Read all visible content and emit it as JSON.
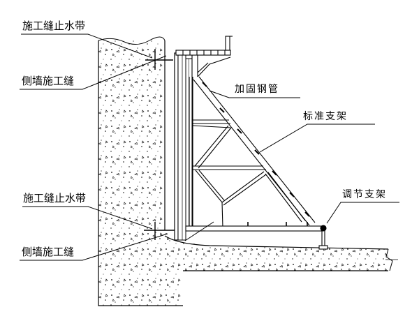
{
  "labels": {
    "waterstop_top": "施工缝止水带",
    "joint_top": "侧墙施工缝",
    "steel_pipe": "加固钢管",
    "standard_frame": "标准支架",
    "adjust_frame": "调节支架",
    "waterstop_bottom": "施工缝止水带",
    "joint_bottom": "侧墙施工缝"
  }
}
